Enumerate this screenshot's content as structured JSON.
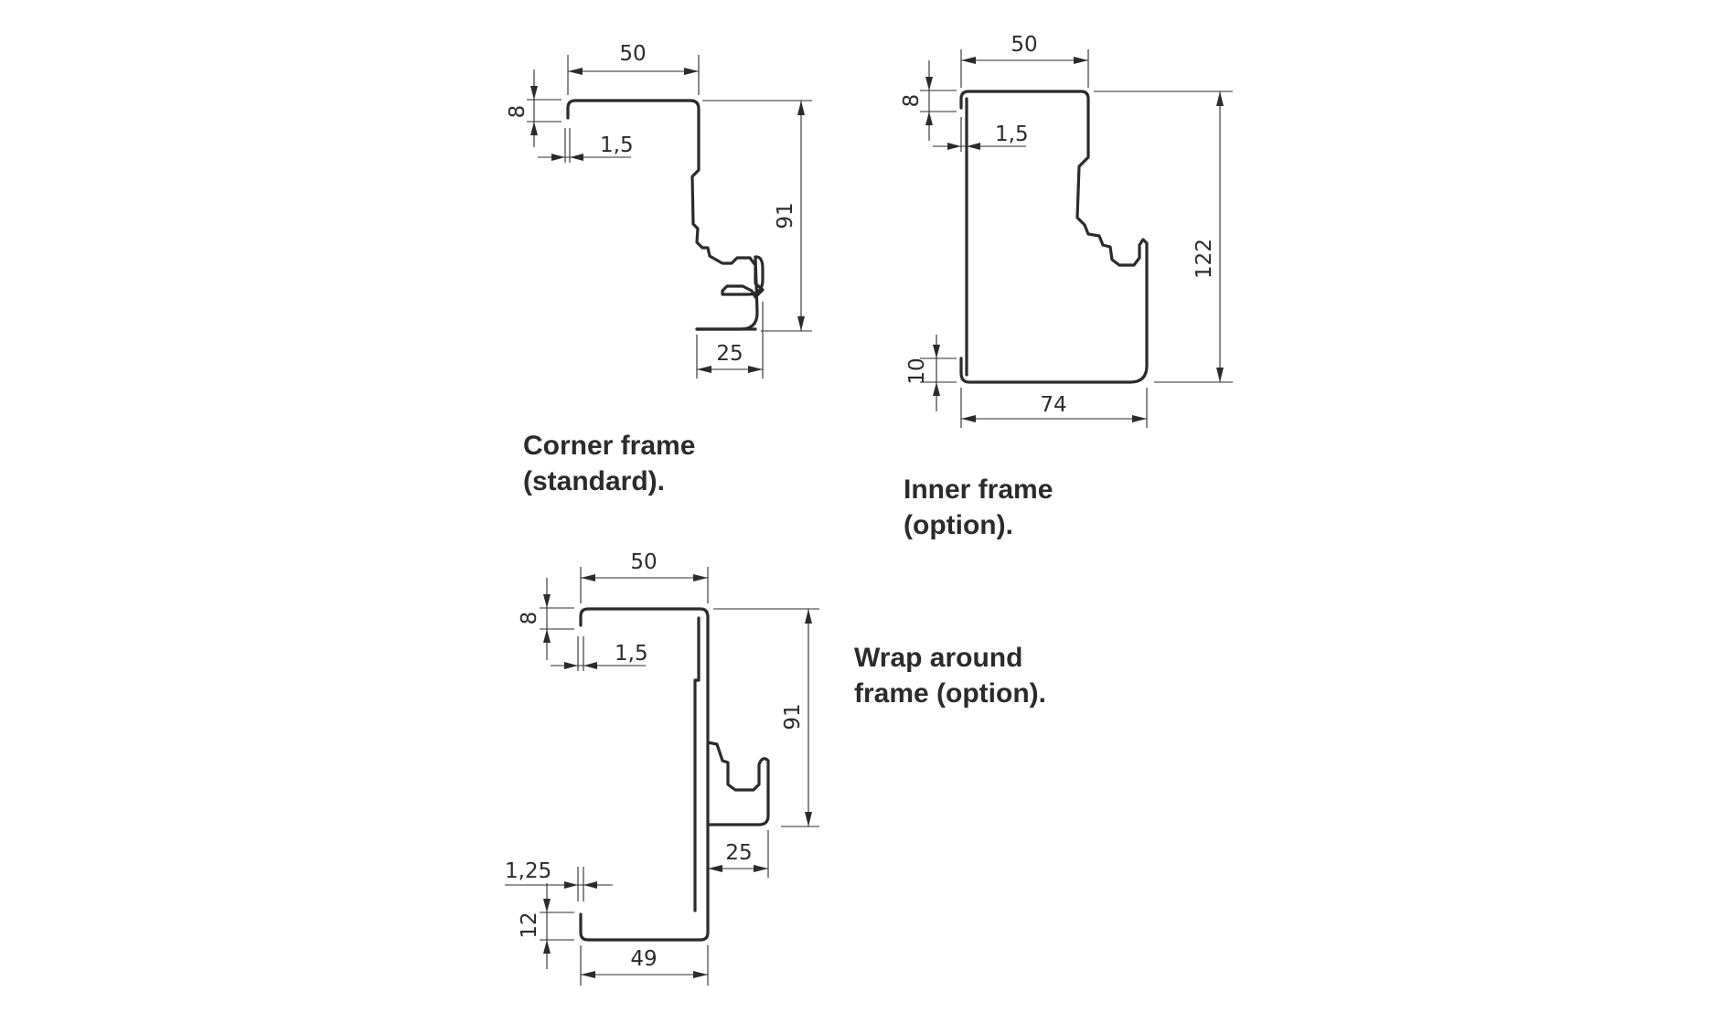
{
  "figures": [
    {
      "caption_line1": "Corner frame",
      "caption_line2": "(standard).",
      "dimensions": {
        "width_top": "50",
        "lip": "8",
        "thickness": "1,5",
        "height": "91",
        "bottom_width": "25"
      }
    },
    {
      "caption_line1": "Inner frame",
      "caption_line2": "(option).",
      "dimensions": {
        "width_top": "50",
        "lip_top": "8",
        "thickness": "1,5",
        "height": "122",
        "lip_bottom": "10",
        "bottom_width": "74"
      }
    },
    {
      "caption_line1": "Wrap around",
      "caption_line2": "frame (option).",
      "dimensions": {
        "width_top": "50",
        "lip_top": "8",
        "thickness": "1,5",
        "height": "91",
        "flange": "25",
        "thickness_bottom": "1,25",
        "lip_bottom": "12",
        "bottom_width": "49"
      }
    }
  ]
}
